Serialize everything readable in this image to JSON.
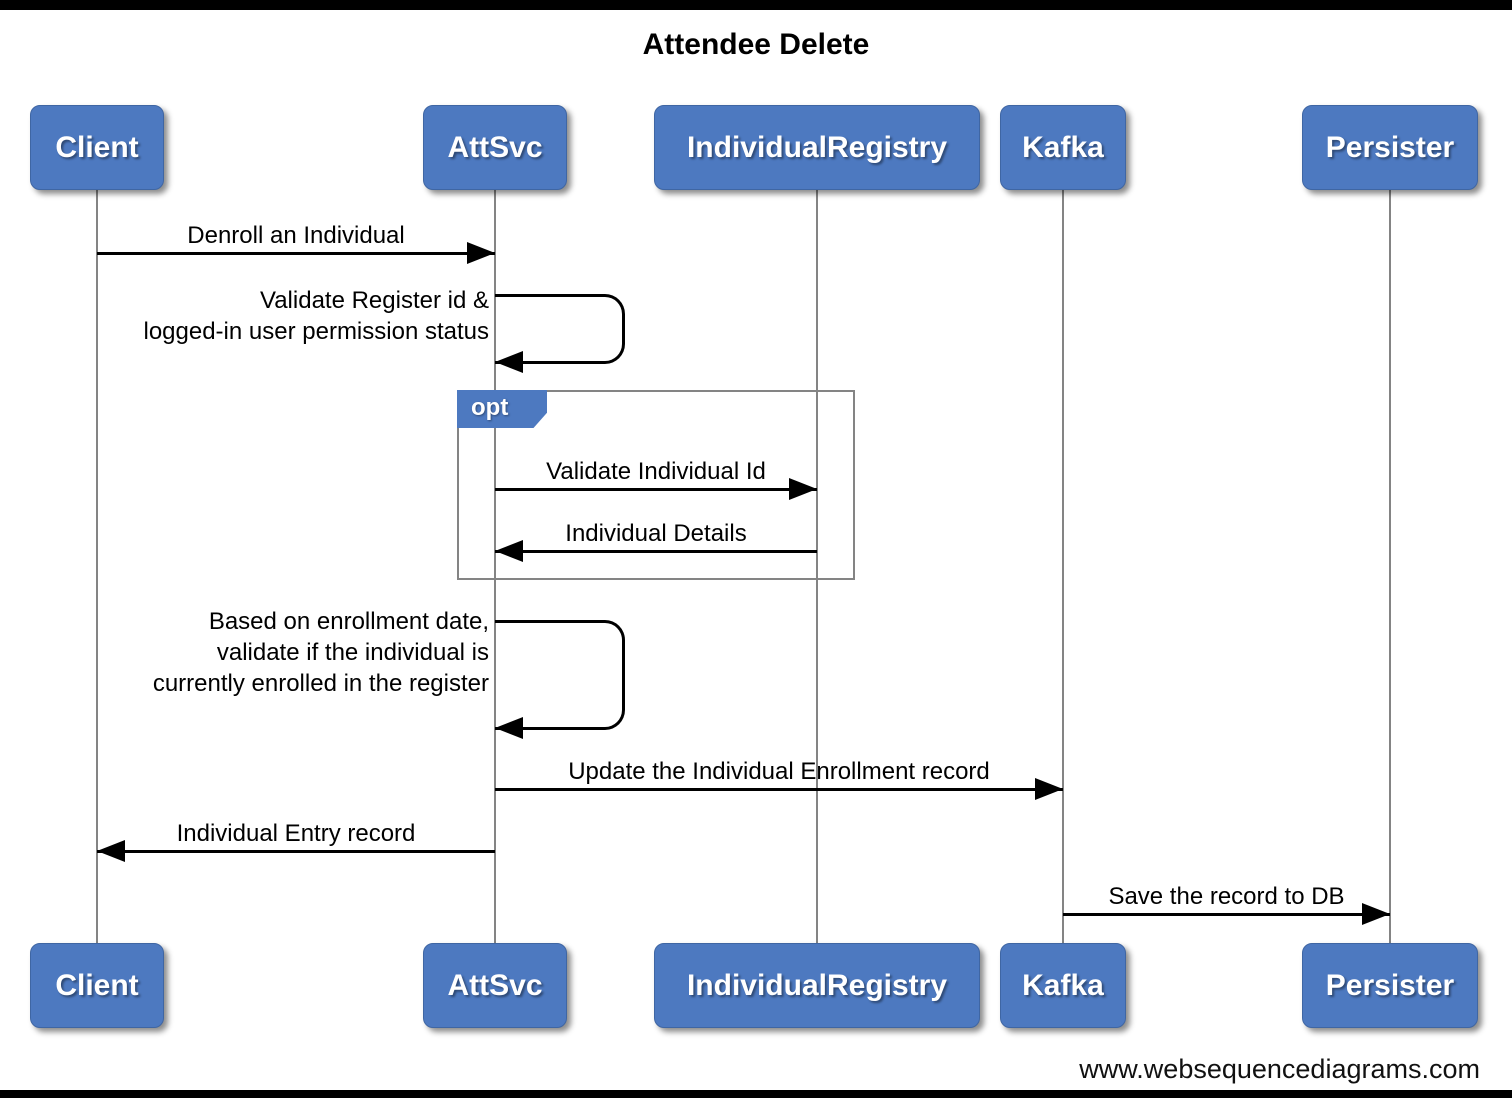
{
  "title": "Attendee Delete",
  "actors": {
    "client": "Client",
    "attsvc": "AttSvc",
    "individual_registry": "IndividualRegistry",
    "kafka": "Kafka",
    "persister": "Persister"
  },
  "fragment": {
    "opt_label": "opt"
  },
  "messages": {
    "denroll": "Denroll an Individual",
    "validate_register": "Validate Register id &\nlogged-in user permission status",
    "validate_individual_id": "Validate Individual Id",
    "individual_details": "Individual Details",
    "enrollment_check": "Based on enrollment date,\nvalidate if the individual is\ncurrently enrolled in the register",
    "update_enrollment": "Update the Individual Enrollment record",
    "individual_entry_record": "Individual Entry record",
    "save_record": "Save the record to DB"
  },
  "footer": "www.websequencediagrams.com",
  "colors": {
    "actor_fill": "#4d79c0",
    "actor_text": "#ffffff",
    "lifeline": "#848484",
    "arrow": "#000000",
    "fragment_border": "#848484"
  }
}
